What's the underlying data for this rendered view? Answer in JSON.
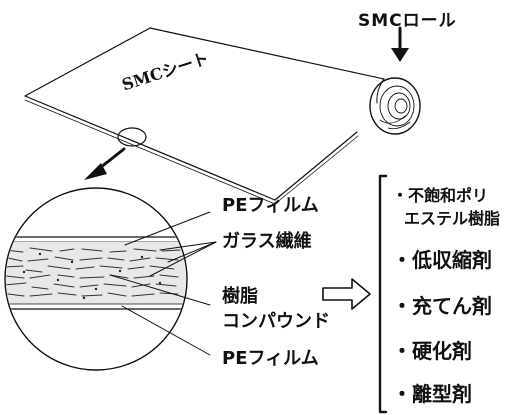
{
  "diagram": {
    "smc_roll_label": "SMCロール",
    "smc_sheet_label": "SMCシート",
    "layer_labels": {
      "pe_film_top": "PEフィルム",
      "glass_fiber": "ガラス繊維",
      "resin_compound_line1": "樹脂",
      "resin_compound_line2": "コンパウンド",
      "pe_film_bottom": "PEフィルム"
    },
    "components": [
      {
        "line1": "・不飽和ポリ",
        "line2": "エステル樹脂"
      },
      {
        "line1": "・低収縮剤"
      },
      {
        "line1": "・充てん剤"
      },
      {
        "line1": "・硬化剤"
      },
      {
        "line1": "・離型剤"
      }
    ],
    "colors": {
      "ink": "#111111",
      "background": "#ffffff"
    }
  }
}
